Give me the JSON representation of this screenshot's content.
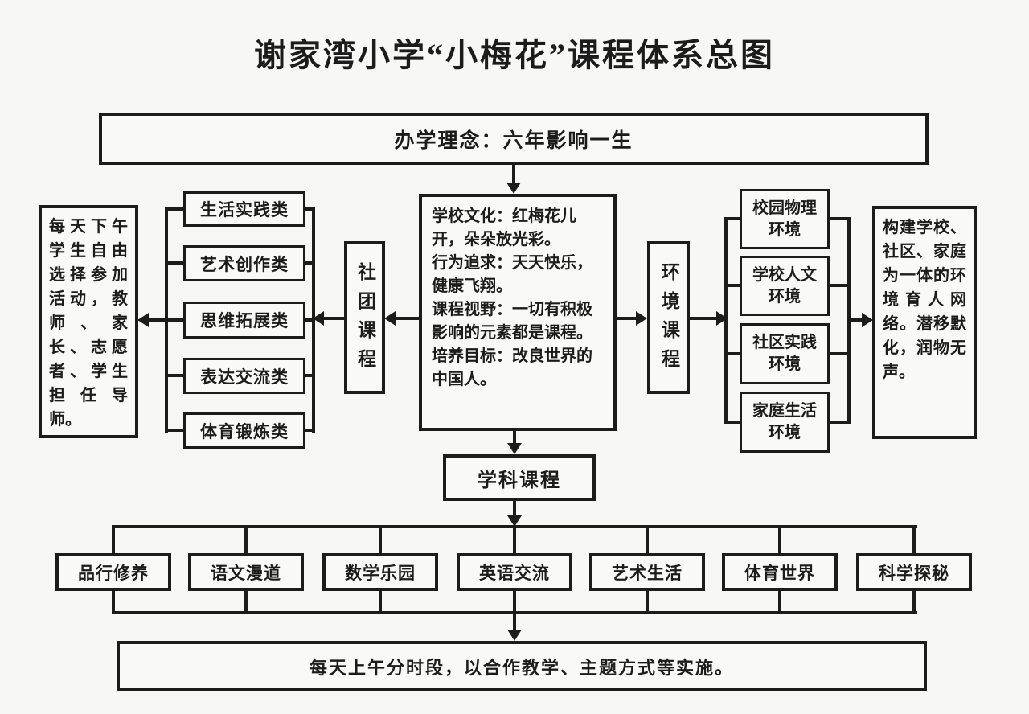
{
  "page": {
    "title": "谢家湾小学“小梅花”课程体系总图",
    "ink_color": "#1c1c1c",
    "background_color": "#f7f7f5"
  },
  "banners": {
    "philosophy": "办学理念：六年影响一生",
    "implementation": "每天上午分时段，以合作教学、主题方式等实施。"
  },
  "center_box": {
    "lines": [
      "学校文化：红梅花儿开，朵朵放光彩。",
      "行为追求：天天快乐，健康飞翔。",
      "课程视野：一切有积极影响的元素都是课程。",
      "培养目标：改良世界的中国人。"
    ]
  },
  "club": {
    "course_label": "社团课程",
    "categories": [
      "生活实践类",
      "艺术创作类",
      "思维拓展类",
      "表达交流类",
      "体育锻炼类"
    ],
    "note": "每天下午学生自由选择参加活动，教师、家长、志愿者、学生担任导师。"
  },
  "environment": {
    "course_label": "环境课程",
    "categories": [
      "校园物理环境",
      "学校人文环境",
      "社区实践环境",
      "家庭生活环境"
    ],
    "note": "构建学校、社区、家庭为一体的环境育人网络。潜移默化，润物无声。"
  },
  "subject": {
    "course_label": "学科课程",
    "subjects": [
      "品行修养",
      "语文漫道",
      "数学乐园",
      "英语交流",
      "艺术生活",
      "体育世界",
      "科学探秘"
    ]
  }
}
